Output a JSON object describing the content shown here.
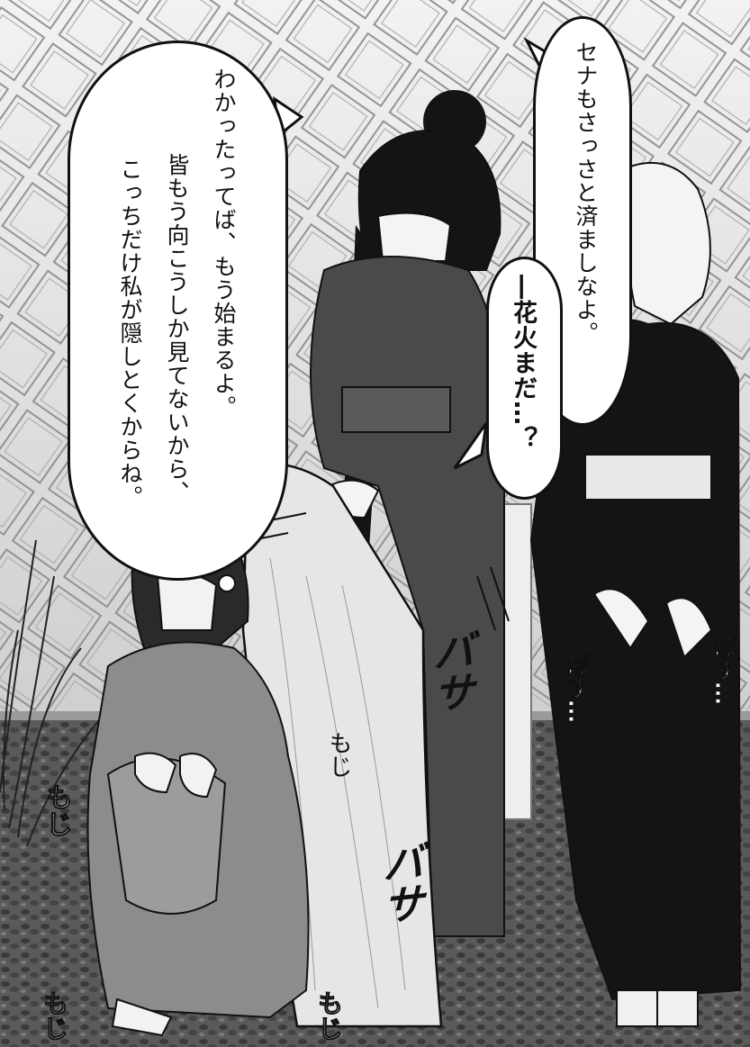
{
  "dialogue": {
    "bubble_right": {
      "line1": "セナもさっさと済ましなよ。",
      "line2": "―花火まだ…？"
    },
    "bubble_left": {
      "line1": "わかったってば、もう始まるよ。",
      "line2": "皆もう向こうしか見てないから、",
      "line3": "こっちだけ私が隠しとくからね。"
    }
  },
  "sfx": {
    "flap_1": "バサ",
    "flap_2": "バサ",
    "mogi_center": "もじ",
    "mogi_left": "もじ",
    "mogi_bottom_left": "もじ",
    "mogi_bottom_center": "もじ",
    "pasu_1": "ぽす…",
    "pasu_2": "ぽす…"
  },
  "colors": {
    "ink": "#111111",
    "paper": "#ffffff",
    "screen_tone": "#bdbdbd"
  }
}
